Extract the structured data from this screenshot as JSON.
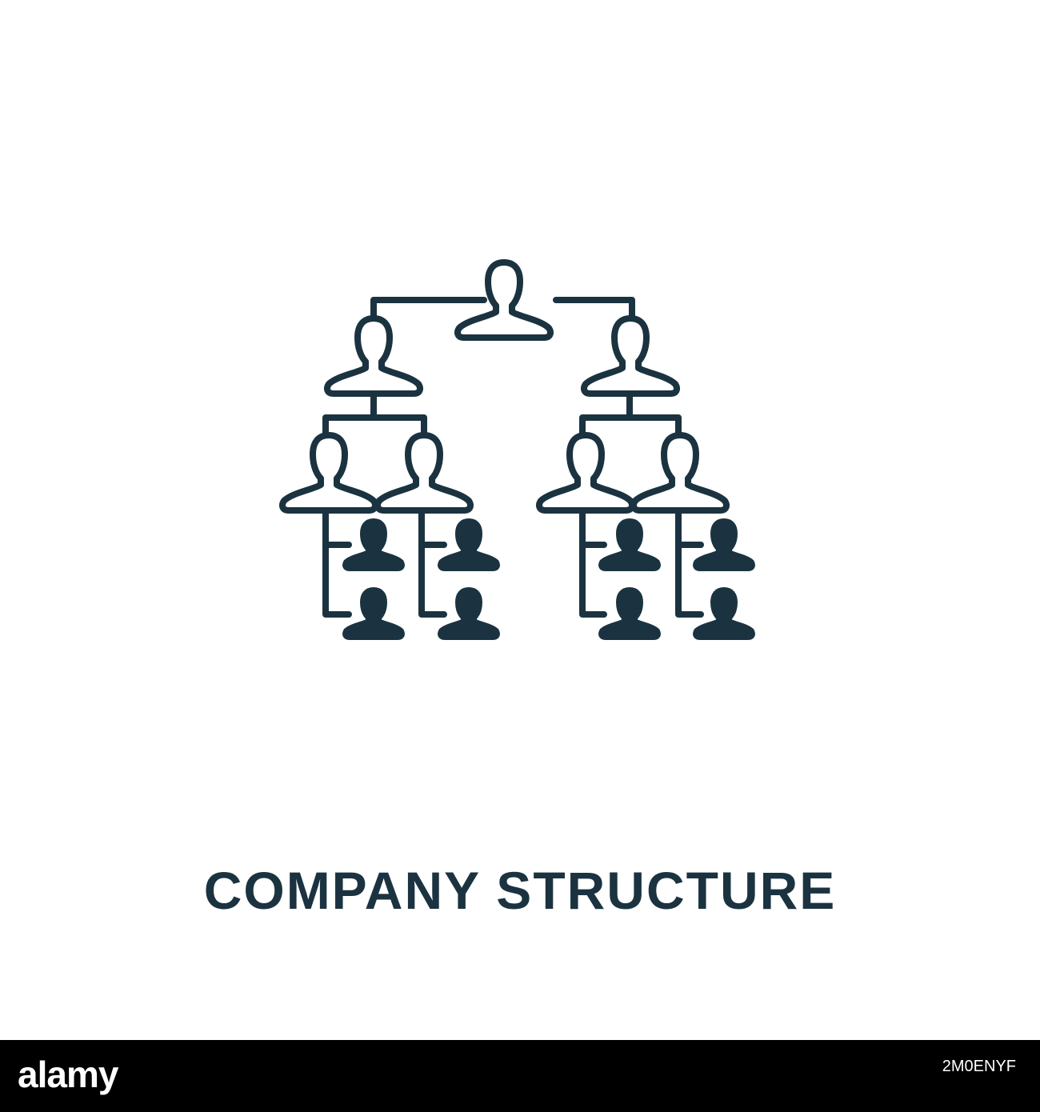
{
  "caption": {
    "text": "COMPANY STRUCTURE"
  },
  "icon": {
    "name": "company-structure-icon",
    "depicts": "org-chart-of-people-icons"
  },
  "footer": {
    "brand": "alamy",
    "image_id": "2M0ENYF"
  },
  "colors": {
    "background": "#ffffff",
    "icon_ink": "#1b3340",
    "footer_bg": "#000000",
    "footer_text": "#ffffff"
  }
}
